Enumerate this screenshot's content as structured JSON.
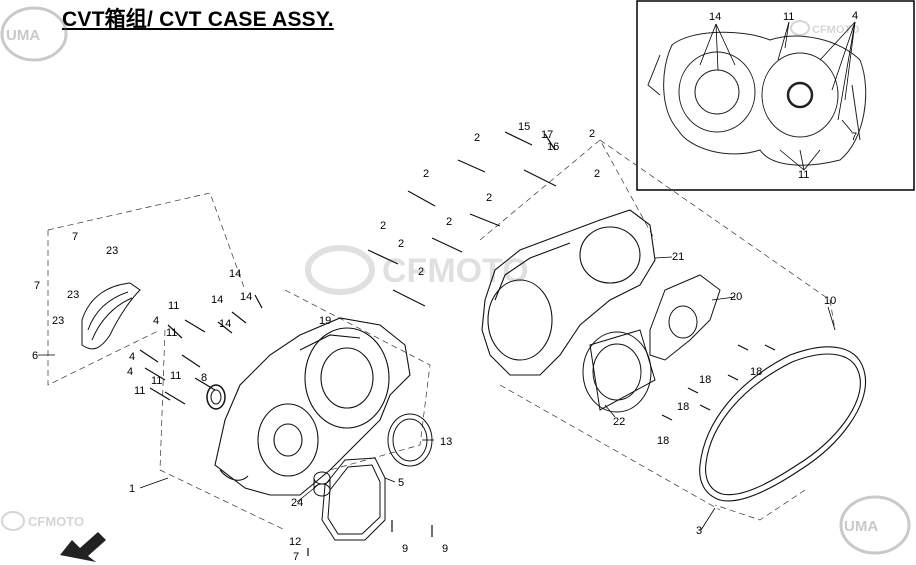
{
  "header": {
    "title": "CVT箱组/ CVT CASE ASSY."
  },
  "watermarks": {
    "uma_top_left": "UMA",
    "uma_bottom_right": "UMA",
    "cfmoto_bottom_left": "CFMOTO",
    "cfmoto_center": "CFMOTO",
    "cfmoto_inset": "CFMOTO"
  },
  "callouts": [
    {
      "id": "c-1",
      "label": "1"
    },
    {
      "id": "c-2a",
      "label": "2"
    },
    {
      "id": "c-2b",
      "label": "2"
    },
    {
      "id": "c-2c",
      "label": "2"
    },
    {
      "id": "c-2d",
      "label": "2"
    },
    {
      "id": "c-2e",
      "label": "2"
    },
    {
      "id": "c-2f",
      "label": "2"
    },
    {
      "id": "c-2g",
      "label": "2"
    },
    {
      "id": "c-2h",
      "label": "2"
    },
    {
      "id": "c-2i",
      "label": "2"
    },
    {
      "id": "c-3",
      "label": "3"
    },
    {
      "id": "c-4a",
      "label": "4"
    },
    {
      "id": "c-4b",
      "label": "4"
    },
    {
      "id": "c-4c",
      "label": "4"
    },
    {
      "id": "c-5",
      "label": "5"
    },
    {
      "id": "c-6",
      "label": "6"
    },
    {
      "id": "c-7a",
      "label": "7"
    },
    {
      "id": "c-7b",
      "label": "7"
    },
    {
      "id": "c-7c",
      "label": "7"
    },
    {
      "id": "c-8",
      "label": "8"
    },
    {
      "id": "c-9a",
      "label": "9"
    },
    {
      "id": "c-9b",
      "label": "9"
    },
    {
      "id": "c-10",
      "label": "10"
    },
    {
      "id": "c-11a",
      "label": "11"
    },
    {
      "id": "c-11b",
      "label": "11"
    },
    {
      "id": "c-11c",
      "label": "11"
    },
    {
      "id": "c-11d",
      "label": "11"
    },
    {
      "id": "c-11e",
      "label": "11"
    },
    {
      "id": "c-12",
      "label": "12"
    },
    {
      "id": "c-13",
      "label": "13"
    },
    {
      "id": "c-14a",
      "label": "14"
    },
    {
      "id": "c-14b",
      "label": "14"
    },
    {
      "id": "c-14c",
      "label": "14"
    },
    {
      "id": "c-14d",
      "label": "14"
    },
    {
      "id": "c-15",
      "label": "15"
    },
    {
      "id": "c-16",
      "label": "16"
    },
    {
      "id": "c-17",
      "label": "17"
    },
    {
      "id": "c-18a",
      "label": "18"
    },
    {
      "id": "c-18b",
      "label": "18"
    },
    {
      "id": "c-18c",
      "label": "18"
    },
    {
      "id": "c-18d",
      "label": "18"
    },
    {
      "id": "c-19",
      "label": "19"
    },
    {
      "id": "c-20",
      "label": "20"
    },
    {
      "id": "c-21",
      "label": "21"
    },
    {
      "id": "c-22",
      "label": "22"
    },
    {
      "id": "c-23a",
      "label": "23"
    },
    {
      "id": "c-23b",
      "label": "23"
    },
    {
      "id": "c-23c",
      "label": "23"
    },
    {
      "id": "c-24",
      "label": "24"
    }
  ],
  "inset_callouts": [
    {
      "id": "i-14",
      "label": "14"
    },
    {
      "id": "i-11a",
      "label": "11"
    },
    {
      "id": "i-4",
      "label": "4"
    },
    {
      "id": "i-7",
      "label": "7"
    },
    {
      "id": "i-11b",
      "label": "11"
    }
  ]
}
